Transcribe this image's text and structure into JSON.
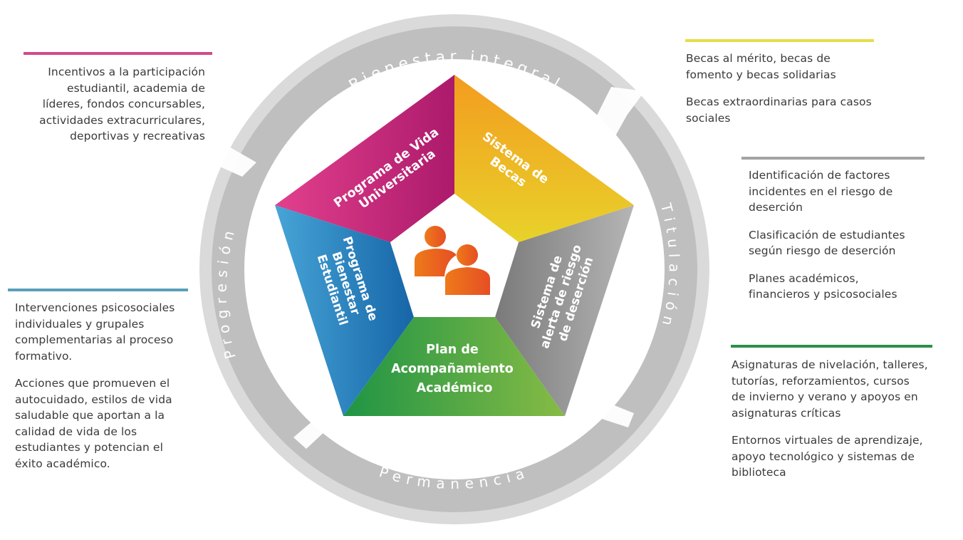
{
  "ring": {
    "segments": [
      {
        "label": "Bienestar integral"
      },
      {
        "label": "Titulación"
      },
      {
        "label": "Permanencia"
      },
      {
        "label": "Progresión"
      }
    ],
    "colors": {
      "outer": "#d9d9d9",
      "inner": "#bdbdbd",
      "text": "#ffffff"
    }
  },
  "pentagon": {
    "center_icon": "people-icon",
    "center_icon_color": "#ee6a1e",
    "sectors": [
      {
        "id": "vida",
        "lines": [
          "Programa de Vida",
          "Universitaria"
        ],
        "color_start": "#e2408d",
        "color_end": "#ac1a6b"
      },
      {
        "id": "becas",
        "lines": [
          "Sistema de",
          "Becas"
        ],
        "color_start": "#f39c1f",
        "color_end": "#e8d22a"
      },
      {
        "id": "alerta",
        "lines": [
          "Sistema de",
          "alerta de riesgo",
          "de deserción"
        ],
        "color_start": "#7a7a7a",
        "color_end": "#b5b5b5"
      },
      {
        "id": "acompanamiento",
        "lines": [
          "Plan de",
          "Acompañamiento",
          "Académico"
        ],
        "color_start": "#1f9445",
        "color_end": "#86bb45"
      },
      {
        "id": "bienestar",
        "lines": [
          "Programa de",
          "Bienestar",
          "Estudiantil"
        ],
        "color_start": "#47a5d6",
        "color_end": "#1665a8"
      }
    ]
  },
  "panels": {
    "vida": {
      "bar_color": "#d24a8a",
      "paragraphs": [
        "Incentivos a la participación estudiantil, academia de líderes, fondos concursables, actividades extracurriculares, deportivas y recreativas"
      ],
      "lines": [
        "Incentivos a la participación",
        "estudiantil, academia de",
        "líderes, fondos concursables,",
        "actividades extracurriculares,",
        "deportivas y recreativas"
      ]
    },
    "becas": {
      "bar_color": "#e6dd4a",
      "paragraphs": [
        [
          "Becas al mérito, becas de",
          "fomento y becas solidarias"
        ],
        [
          "Becas extraordinarias para casos",
          "sociales"
        ]
      ]
    },
    "alerta": {
      "bar_color": "#a3a3a3",
      "paragraphs": [
        [
          "Identificación de factores",
          "incidentes en el riesgo de",
          "deserción"
        ],
        [
          "Clasificación de estudiantes",
          "según riesgo de deserción"
        ],
        [
          "Planes académicos,",
          "financieros y psicosociales"
        ]
      ]
    },
    "acompanamiento": {
      "bar_color": "#2d8f4e",
      "paragraphs": [
        [
          "Asignaturas de nivelación, talleres,",
          "tutorías, reforzamientos, cursos",
          "de invierno y verano y apoyos en",
          "asignaturas críticas"
        ],
        [
          "Entornos virtuales de aprendizaje,",
          "apoyo tecnológico y sistemas de",
          "biblioteca"
        ]
      ]
    },
    "bienestar": {
      "bar_color": "#5a9fba",
      "paragraphs": [
        [
          "Intervenciones psicosociales",
          "individuales y grupales",
          "complementarias al proceso",
          "formativo."
        ],
        [
          "Acciones que promueven el",
          "autocuidado, estilos de vida",
          "saludable que aportan a la",
          "calidad de vida de los",
          "estudiantes y potencian el",
          "éxito académico."
        ]
      ]
    }
  }
}
